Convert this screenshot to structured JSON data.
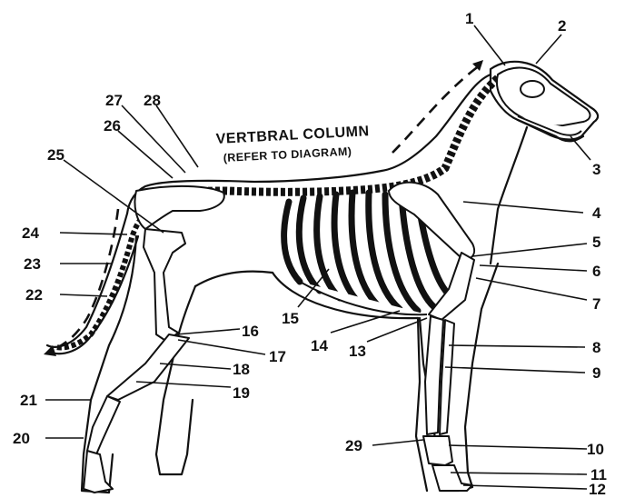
{
  "title": "VERTBRAL COLUMN",
  "subtitle": "(REFER TO DIAGRAM)",
  "labels": [
    "1",
    "2",
    "3",
    "4",
    "5",
    "6",
    "7",
    "8",
    "9",
    "10",
    "11",
    "12",
    "13",
    "14",
    "15",
    "16",
    "17",
    "18",
    "19",
    "20",
    "21",
    "22",
    "23",
    "24",
    "25",
    "26",
    "27",
    "28",
    "29"
  ]
}
